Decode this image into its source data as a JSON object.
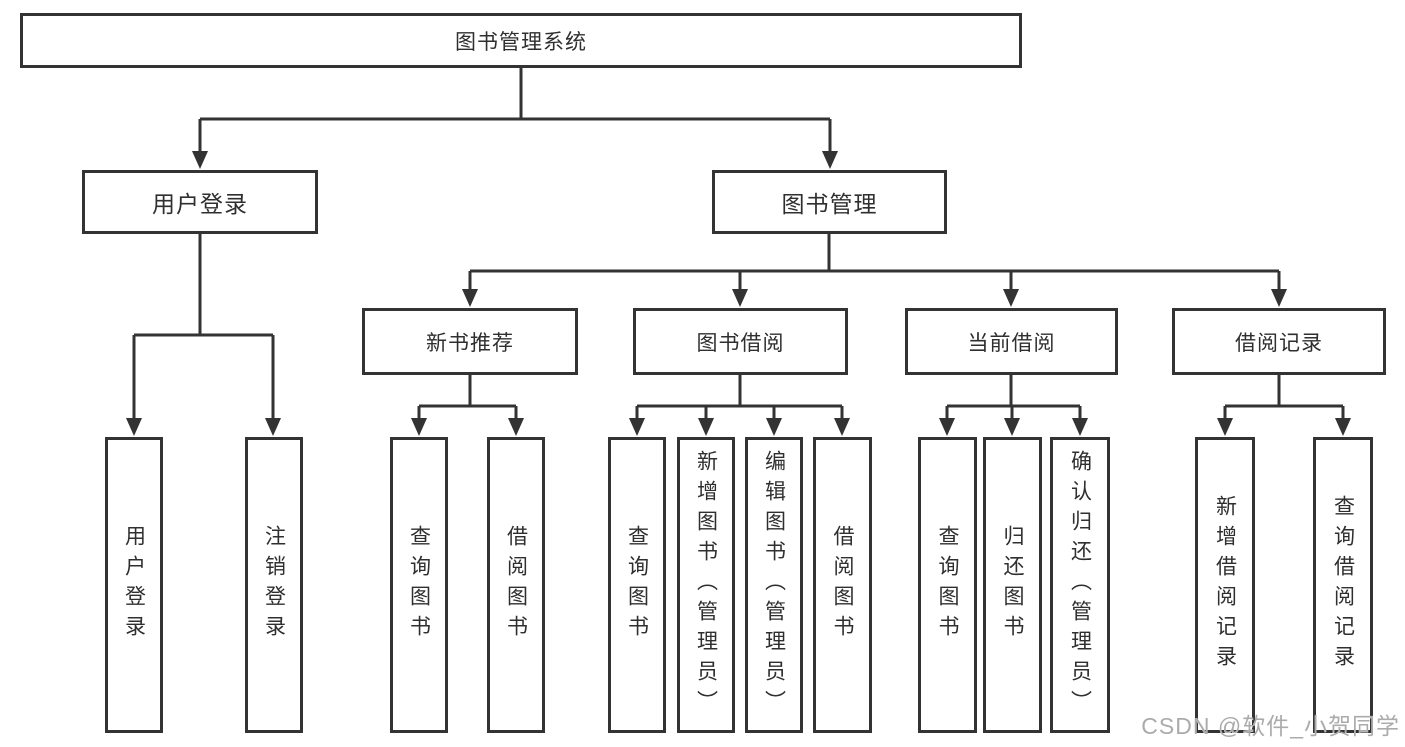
{
  "diagram": {
    "tree": {
      "root": {
        "label": "图书管理系统"
      },
      "branches": [
        {
          "label": "用户登录",
          "children": [
            {
              "label": "用户登录"
            },
            {
              "label": "注销登录"
            }
          ]
        },
        {
          "label": "图书管理",
          "groups": [
            {
              "label": "新书推荐",
              "children": [
                {
                  "label": "查询图书"
                },
                {
                  "label": "借阅图书"
                }
              ]
            },
            {
              "label": "图书借阅",
              "children": [
                {
                  "label": "查询图书"
                },
                {
                  "label": "新增图书（管理员）"
                },
                {
                  "label": "编辑图书（管理员）"
                },
                {
                  "label": "借阅图书"
                }
              ]
            },
            {
              "label": "当前借阅",
              "children": [
                {
                  "label": "查询图书"
                },
                {
                  "label": "归还图书"
                },
                {
                  "label": "确认归还（管理员）"
                }
              ]
            },
            {
              "label": "借阅记录",
              "children": [
                {
                  "label": "新增借阅记录"
                },
                {
                  "label": "查询借阅记录"
                }
              ]
            }
          ]
        }
      ]
    },
    "colors": {
      "line": "#333333",
      "box_border": "#333333",
      "box_fill": "#ffffff",
      "text": "#2f2f2f",
      "watermark": "#ababab",
      "background": "#ffffff"
    }
  },
  "watermark": {
    "text": "CSDN @软件_小贺同学"
  }
}
